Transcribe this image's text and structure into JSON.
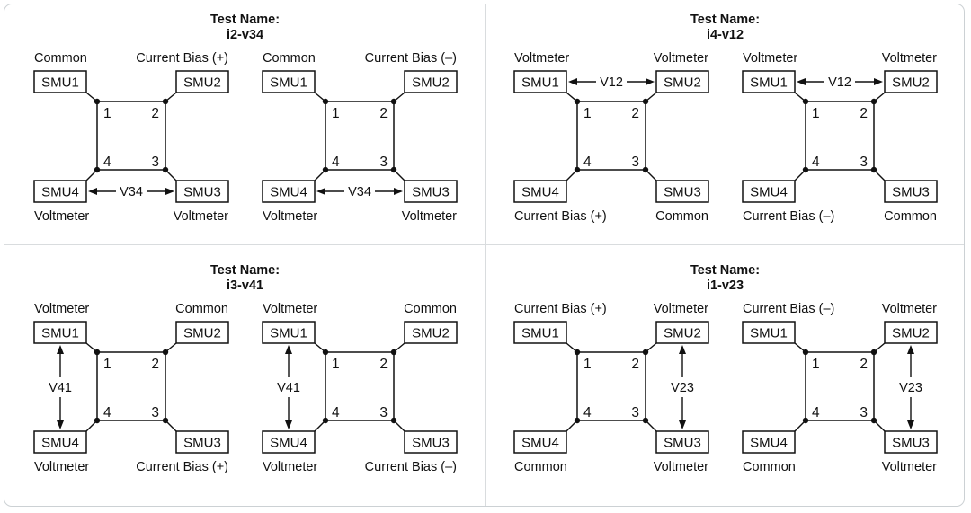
{
  "page": {
    "background": "#ffffff",
    "border_color": "#ccd1d4",
    "divider_color": "#d9dcde",
    "line_color": "#111111"
  },
  "panels": [
    {
      "title_label": "Test Name:",
      "test_id": "i2-v34",
      "diagrams": [
        {
          "corner_labels": {
            "top_left": "Common",
            "top_right": "Current Bias (+)",
            "bottom_left": "Voltmeter",
            "bottom_right": "Voltmeter"
          },
          "smu_boxes": {
            "top_left": "SMU1",
            "top_right": "SMU2",
            "bottom_left": "SMU4",
            "bottom_right": "SMU3"
          },
          "terminal_numbers": {
            "top_left": "1",
            "top_right": "2",
            "bottom_left": "4",
            "bottom_right": "3"
          },
          "voltage_arrow": {
            "label": "V34",
            "side": "bottom"
          }
        },
        {
          "corner_labels": {
            "top_left": "Common",
            "top_right": "Current Bias (–)",
            "bottom_left": "Voltmeter",
            "bottom_right": "Voltmeter"
          },
          "smu_boxes": {
            "top_left": "SMU1",
            "top_right": "SMU2",
            "bottom_left": "SMU4",
            "bottom_right": "SMU3"
          },
          "terminal_numbers": {
            "top_left": "1",
            "top_right": "2",
            "bottom_left": "4",
            "bottom_right": "3"
          },
          "voltage_arrow": {
            "label": "V34",
            "side": "bottom"
          }
        }
      ]
    },
    {
      "title_label": "Test Name:",
      "test_id": "i4-v12",
      "diagrams": [
        {
          "corner_labels": {
            "top_left": "Voltmeter",
            "top_right": "Voltmeter",
            "bottom_left": "Current Bias (+)",
            "bottom_right": "Common"
          },
          "smu_boxes": {
            "top_left": "SMU1",
            "top_right": "SMU2",
            "bottom_left": "SMU4",
            "bottom_right": "SMU3"
          },
          "terminal_numbers": {
            "top_left": "1",
            "top_right": "2",
            "bottom_left": "4",
            "bottom_right": "3"
          },
          "voltage_arrow": {
            "label": "V12",
            "side": "top"
          }
        },
        {
          "corner_labels": {
            "top_left": "Voltmeter",
            "top_right": "Voltmeter",
            "bottom_left": "Current Bias (–)",
            "bottom_right": "Common"
          },
          "smu_boxes": {
            "top_left": "SMU1",
            "top_right": "SMU2",
            "bottom_left": "SMU4",
            "bottom_right": "SMU3"
          },
          "terminal_numbers": {
            "top_left": "1",
            "top_right": "2",
            "bottom_left": "4",
            "bottom_right": "3"
          },
          "voltage_arrow": {
            "label": "V12",
            "side": "top"
          }
        }
      ]
    },
    {
      "title_label": "Test Name:",
      "test_id": "i3-v41",
      "diagrams": [
        {
          "corner_labels": {
            "top_left": "Voltmeter",
            "top_right": "Common",
            "bottom_left": "Voltmeter",
            "bottom_right": "Current Bias (+)"
          },
          "smu_boxes": {
            "top_left": "SMU1",
            "top_right": "SMU2",
            "bottom_left": "SMU4",
            "bottom_right": "SMU3"
          },
          "terminal_numbers": {
            "top_left": "1",
            "top_right": "2",
            "bottom_left": "4",
            "bottom_right": "3"
          },
          "voltage_arrow": {
            "label": "V41",
            "side": "left"
          }
        },
        {
          "corner_labels": {
            "top_left": "Voltmeter",
            "top_right": "Common",
            "bottom_left": "Voltmeter",
            "bottom_right": "Current Bias (–)"
          },
          "smu_boxes": {
            "top_left": "SMU1",
            "top_right": "SMU2",
            "bottom_left": "SMU4",
            "bottom_right": "SMU3"
          },
          "terminal_numbers": {
            "top_left": "1",
            "top_right": "2",
            "bottom_left": "4",
            "bottom_right": "3"
          },
          "voltage_arrow": {
            "label": "V41",
            "side": "left"
          }
        }
      ]
    },
    {
      "title_label": "Test Name:",
      "test_id": "i1-v23",
      "diagrams": [
        {
          "corner_labels": {
            "top_left": "Current Bias (+)",
            "top_right": "Voltmeter",
            "bottom_left": "Common",
            "bottom_right": "Voltmeter"
          },
          "smu_boxes": {
            "top_left": "SMU1",
            "top_right": "SMU2",
            "bottom_left": "SMU4",
            "bottom_right": "SMU3"
          },
          "terminal_numbers": {
            "top_left": "1",
            "top_right": "2",
            "bottom_left": "4",
            "bottom_right": "3"
          },
          "voltage_arrow": {
            "label": "V23",
            "side": "right"
          }
        },
        {
          "corner_labels": {
            "top_left": "Current Bias (–)",
            "top_right": "Voltmeter",
            "bottom_left": "Common",
            "bottom_right": "Voltmeter"
          },
          "smu_boxes": {
            "top_left": "SMU1",
            "top_right": "SMU2",
            "bottom_left": "SMU4",
            "bottom_right": "SMU3"
          },
          "terminal_numbers": {
            "top_left": "1",
            "top_right": "2",
            "bottom_left": "4",
            "bottom_right": "3"
          },
          "voltage_arrow": {
            "label": "V23",
            "side": "right"
          }
        }
      ]
    }
  ]
}
